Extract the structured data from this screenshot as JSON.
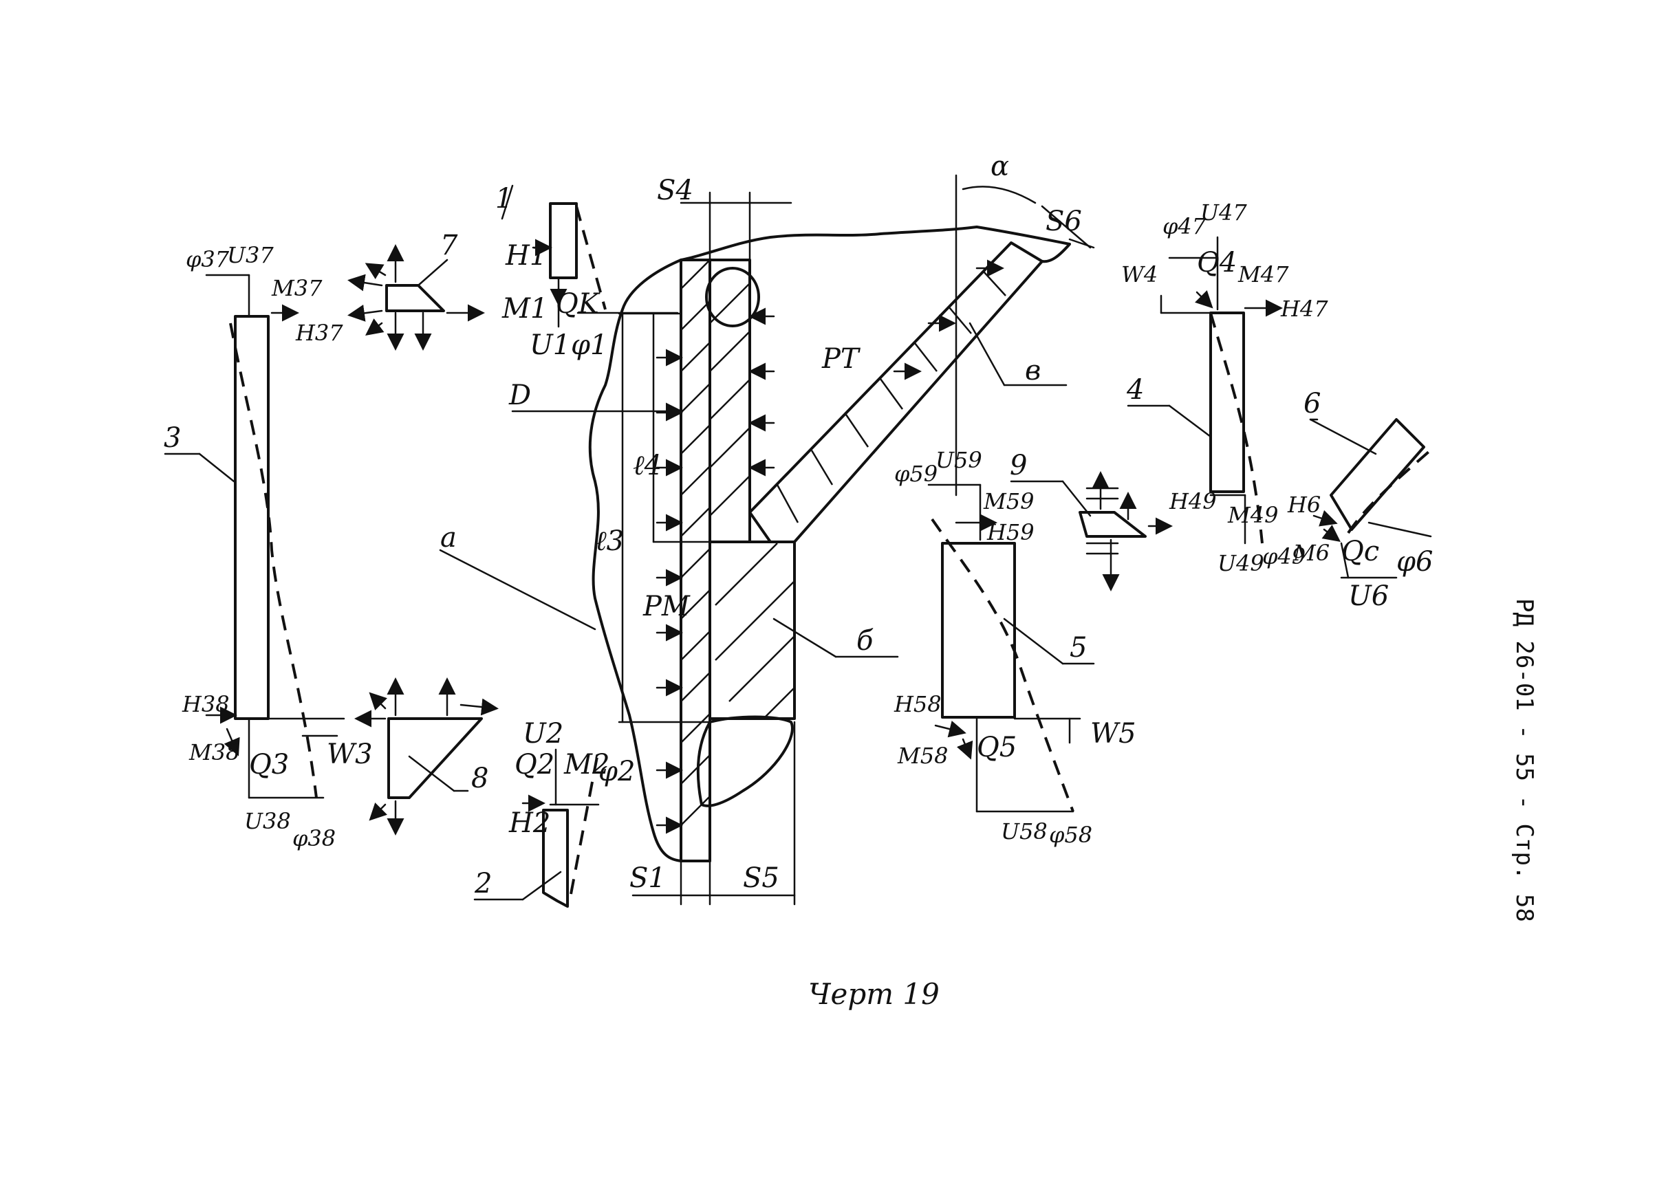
{
  "labels": {
    "n1": "1",
    "n2": "2",
    "n3": "3",
    "n4": "4",
    "n5": "5",
    "n6": "6",
    "n7": "7",
    "n8": "8",
    "n9": "9",
    "a": "a",
    "b": "б",
    "v": "в",
    "D": "D",
    "alpha": "α",
    "S1": "S1",
    "S4": "S4",
    "S5": "S5",
    "S6": "S6",
    "PM": "PM",
    "PT": "PT",
    "l3": "ℓ3",
    "l4": "ℓ4",
    "H1": "H1",
    "M1": "M1",
    "QK": "QK",
    "U1": "U1",
    "phi1": "φ1",
    "H2": "H2",
    "Q2": "Q2",
    "M2": "M2",
    "U2": "U2",
    "phi2": "φ2",
    "phi37": "φ37",
    "U37": "U37",
    "M37": "M37",
    "H37": "H37",
    "H38": "H38",
    "M38": "M38",
    "Q3": "Q3",
    "W3": "W3",
    "U38": "U38",
    "phi38": "φ38",
    "phi47": "φ47",
    "U47": "U47",
    "W4": "W4",
    "Q4": "Q4",
    "M47": "M47",
    "H47": "H47",
    "H49": "H49",
    "M49": "M49",
    "U49": "U49",
    "phi49": "φ49",
    "H6": "H6",
    "M6": "M6",
    "Qc": "Qc",
    "phi6": "φ6",
    "U6": "U6",
    "phi59": "φ59",
    "U59": "U59",
    "M59": "M59",
    "H59": "H59",
    "H58": "H58",
    "M58": "M58",
    "Q5": "Q5",
    "W5": "W5",
    "U58": "U58",
    "phi58": "φ58"
  },
  "caption": "Черт 19",
  "side_stamp": "РД 26-01 - 55 -  Стр. 58"
}
